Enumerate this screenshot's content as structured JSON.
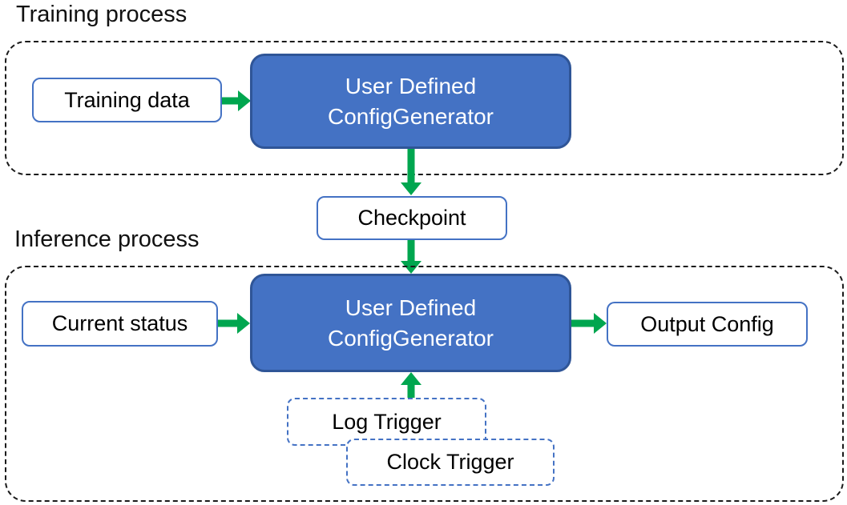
{
  "diagram": {
    "training": {
      "title": "Training process",
      "training_data_label": "Training data",
      "generator_line1": "User Defined",
      "generator_line2": "ConfigGenerator"
    },
    "checkpoint_label": "Checkpoint",
    "inference": {
      "title": "Inference process",
      "current_status_label": "Current status",
      "generator_line1": "User Defined",
      "generator_line2": "ConfigGenerator",
      "output_config_label": "Output Config",
      "log_trigger_label": "Log Trigger",
      "clock_trigger_label": "Clock Trigger"
    },
    "colors": {
      "node_fill_blue": "#4472C4",
      "node_border_blue": "#2F5597",
      "outline_blue": "#4472C4",
      "arrow_green": "#00A64F",
      "container_dash_black": "#1a1a1a",
      "text_dark": "#000000",
      "text_light": "#ffffff"
    }
  }
}
